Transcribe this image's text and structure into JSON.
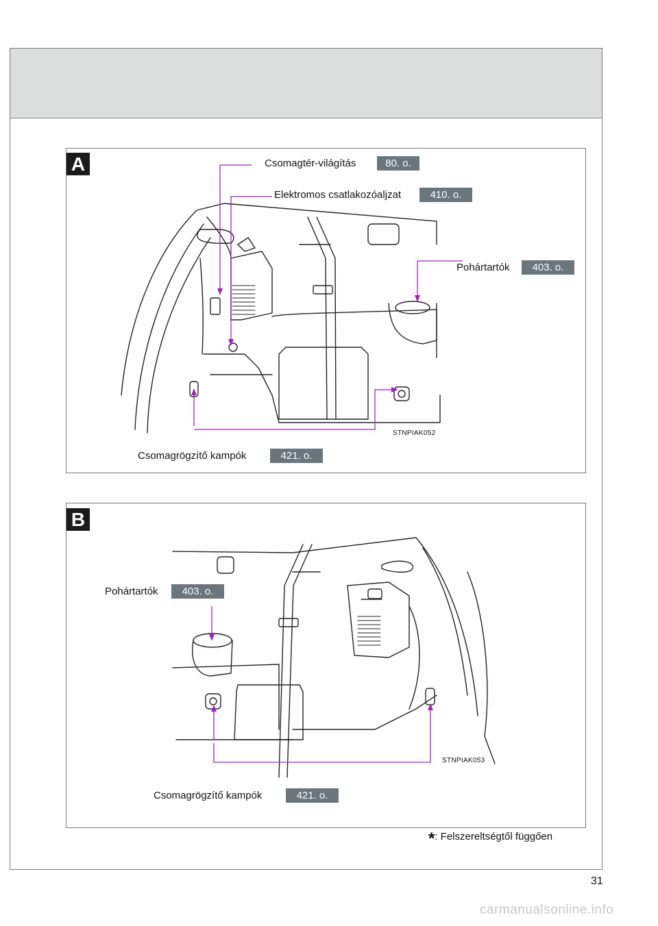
{
  "panel_a": {
    "badge": "A",
    "callouts": {
      "lighting": {
        "label": "Csomagtér-világítás",
        "ref": "80. o."
      },
      "socket": {
        "label": "Elektromos csatlakozóaljzat",
        "ref": "410. o."
      },
      "cupholders": {
        "label": "Pohártartók",
        "ref": "403. o."
      },
      "hooks": {
        "label": "Csomagrögzítő kampók",
        "ref": "421. o."
      }
    },
    "image_code": "STNPIAK052"
  },
  "panel_b": {
    "badge": "B",
    "callouts": {
      "cupholders": {
        "label": "Pohártartók",
        "ref": "403. o."
      },
      "hooks": {
        "label": "Csomagrögzítő kampók",
        "ref": "421. o."
      }
    },
    "image_code": "STNPIAK053"
  },
  "footnote": {
    "marker": "*",
    "text": ": Felszereltségtől függően"
  },
  "page_number": "31",
  "watermark": "carmanualsonline.info",
  "colors": {
    "leader": "#a020c8",
    "ref_box": "#6b757c",
    "header_band": "#dcdddd"
  }
}
